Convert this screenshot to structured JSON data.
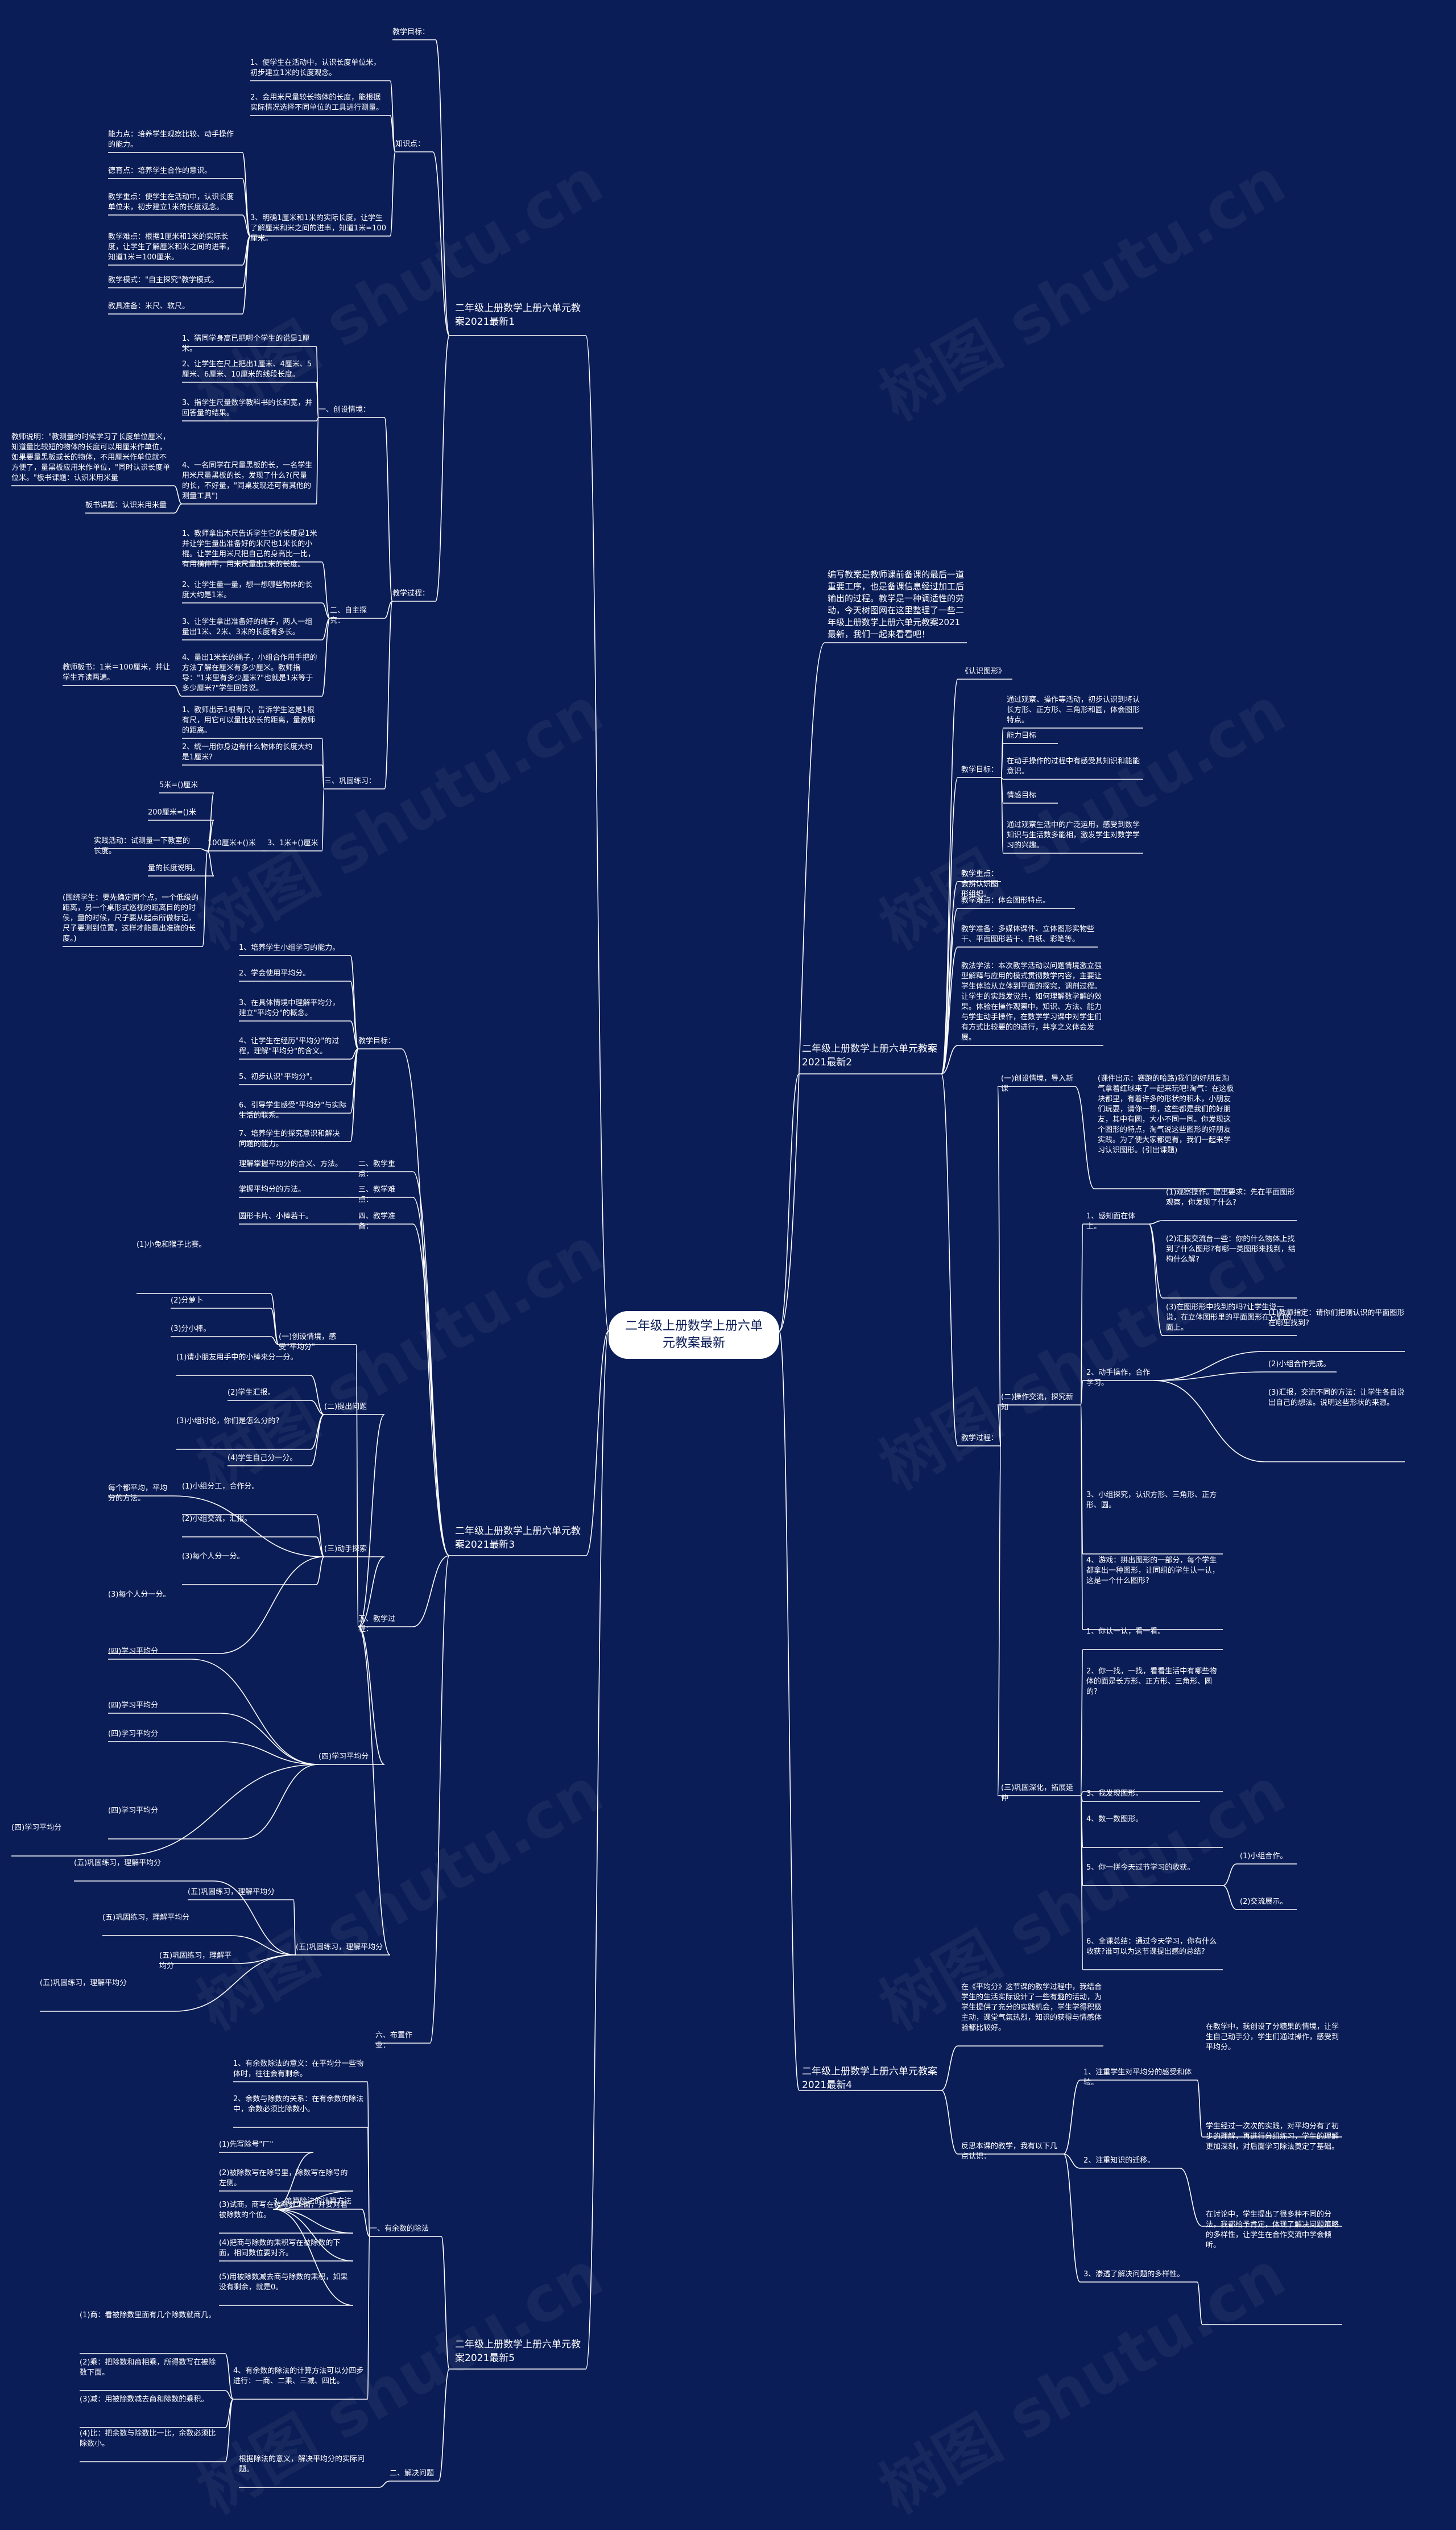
{
  "watermark": "树图 shutu.cn",
  "root": "二年级上册数学上册六单元教案最新",
  "intro": "编写教案是教师课前备课的最后一道重要工序，也是备课信息经过加工后输出的过程。教学是一种调适性的劳动，今天树图网在这里整理了一些二年级上册数学上册六单元教案2021最新，我们一起来看看吧！",
  "branches": [
    "二年级上册数学上册六单元教案2021最新1",
    "二年级上册数学上册六单元教案2021最新2",
    "二年级上册数学上册六单元教案2021最新3",
    "二年级上册数学上册六单元教案2021最新4",
    "二年级上册数学上册六单元教案2021最新5"
  ],
  "b1": {
    "goal": "教学目标：",
    "knowledge": "知识点：",
    "k_items": [
      "1、使学生在活动中，认识长度单位米，初步建立1米的长度观念。",
      "2、会用米尺量较长物体的长度，能根据实际情况选择不同单位的工具进行测量。",
      "3、明确1厘米和1米的实际长度，让学生了解厘米和米之间的进率，知道1米=100厘米。"
    ],
    "ability": "能力点：培养学生观察比较、动手操作的能力。",
    "moral": "德育点：培养学生合作的意识。",
    "key": "教学重点：使学生在活动中，认识长度单位米，初步建立1米的长度观念。",
    "difficult": "教学难点：根据1厘米和1米的实际长度，让学生了解厘米和米之间的进率，知道1米＝100厘米。",
    "mode": "教学模式：\"自主探究\"教学模式。",
    "prep": "教具准备：米尺、软尺。",
    "process": "教学过程：",
    "s1": "一、创设情境：",
    "s1_items": [
      "1、猜同学身高已把哪个学生的说是1厘米。",
      "2、让学生在尺上把出1厘米、4厘米、5厘米、6厘米、10厘米的线段长度。",
      "3、指学生尺量数学教科书的长和宽，并回答量的结果。",
      "4、一名同学在尺量黑板的长，一名学生用米尺量黑板的长，发现了什么?(尺量的长，不好量，\"同桌发现还可有其他的测量工具\")"
    ],
    "design": "教师说明：\"教测量的时候学习了长度单位厘米，知道量比较短的物体的长度可以用厘米作单位，如果要量黑板或长的物体，不用厘米作单位就不方便了，量黑板应用米作单位，\"同时认识长度单位米。\"板书课题：认识米用米量",
    "title": "板书课题：认识米用米量",
    "s2": "二、自主探究：",
    "s2_items": [
      "1、教师拿出木尺告诉学生它的长度是1米并让学生量出准备好的米尺也1米长的小棍。让学生用米尺把自己的身高比一比，有用横伸平，用米尺量出1米的长度。",
      "2、让学生量一量，想一想哪些物体的长度大约是1米。",
      "3、让学生拿出准备好的绳子，两人一组量出1米、2米、3米的长度有多长。",
      "4、量出1米长的绳子，小组合作用手把的方法了解在厘米有多少厘米。教师指导：\"1米里有多少厘米?\"也就是1米等于多少厘米?\"学生回答说。"
    ],
    "rel": "教师板书：1米＝100厘米，并让学生齐读两遍。",
    "s3": "三、巩固练习：",
    "s3_items": [
      "1、教师出示1根有尺，告诉学生这是1根有尺，用它可以量比较长的距离，量教师的距离。",
      "2、统一用你身边有什么物体的长度大约是1厘米?"
    ],
    "fill": [
      "5米=()厘米",
      "200厘米=()米",
      "100厘米+()米",
      "3、1米+()厘米"
    ],
    "practice": "实践活动：试测量一下教室的长度。",
    "lw": "量的长度说明。",
    "summary": "(围绕学生：要先确定同个点，一个低级的距离，另一个桌形式巡视的距离目的的时侯，量的时候，尺子要从起点所做标记，尺子要测到位置，这样才能量出准确的长度。)"
  },
  "b2": {
    "item0": "《认识图形》",
    "goal": "教学目标：",
    "g_items": [
      "通过观察、操作等活动，初步认识到将认长方形、正方形、三角形和圆，体会图形特点。",
      "能力目标",
      "在动手操作的过程中有感受其知识和能能意识。",
      "情感目标",
      "通过观察生活中的广泛运用，感受到数学知识与生活数多能相，激发学生对数学学习的兴趣。"
    ],
    "key": "教学重点：会辨认识图形组织。",
    "difficult": "教学难点：体会图形特点。",
    "prep": "教学准备：多媒体课件、立体图形实物些干、平面图形若干、白纸、彩笔等。",
    "design": "教法学法：本次教学活动以问题情境激立强型解释与应用的模式贯彻数学内容，主要让学生体验从立体到平面的探究，调剂过程。让学生的实践发觉共，如何理解数学解的效果。体验在操作观察中，知识、方法、能力与学生动手操作，在数学学习课中对学生们有方式比较要的的进行，共享之义体会发展。",
    "process": "教学过程：",
    "s1": "(一)创设情境，导入新课",
    "s1_text": "(课件出示：赛跑的哈路)我们的好朋友淘气拿着红球来了一起来玩吧!淘气：在这板块都里，有着许多的形状的积木，小朋友们玩耍，请你一想，这些都是我们的好朋友，其中有圆，大小不同一同。你发现这个图形的特点，淘气说这些图形的好朋友实践。为了使大家都更有，我们一起来学习认识图形。(引出课题)",
    "s2": "(二)操作交流，探究新知",
    "s2_1": "1、感知面在体上。",
    "s2_1a": "(1)观察操作。提出要求：先在平面图形观察，你发现了什么?",
    "s2_1b": "(2)汇报交流台一些：你的什么物体上找到了什么图形?有哪一类图形来找到，结构什么解?",
    "s2_1c": "(3)在图形形中找到的吗?让学生说一说，在立体图形里的平面图形在它们的面上。",
    "s2_2": "2、动手操作，合作学习。",
    "s2_2a": "(1)教师指定：请你们把刚认识的平面图形在哪里找到?",
    "s2_2b": "(2)小组合作完成。",
    "s2_2c": "(3)汇报，交流不同的方法：让学生各自说出自己的想法。说明这些形状的来源。",
    "s2_3": "3、小组探究，认识方形、三角形、正方形、圆。",
    "s2_4": "4、游戏：拼出图形的一部分，每个学生都拿出一种图形，让同组的学生认一认，这是一个什么图形?",
    "s3": "(三)巩固深化，拓展延伸",
    "s3_1": "1、你认一认，看一看。",
    "s3_2": "2、你一找，一找，看看生活中有哪些物体的面是长方形、正方形、三角形、圆的?",
    "s3_3": "3、我发现图形。",
    "s3_4": "4、数一数图形。",
    "s3_5": "5、你一拼今天过节学习的收获。",
    "s3_5a": "(1)小组合作。",
    "s3_5b": "(2)交流展示。",
    "s3_6": "6、全课总结：通过今天学习，你有什么收获?谁可以为这节课提出感的总结?"
  },
  "b3": {
    "goal": "教学目标：",
    "g_items": [
      "1、培养学生小组学习的能力。",
      "2、学会使用平均分。",
      "3、在具体情境中理解平均分，建立\"平均分\"的概念。",
      "4、让学生在经历\"平均分\"的过程，理解\"平均分\"的含义。",
      "5、初步认识\"平均分\"。",
      "6、引导学生感受\"平均分\"与实际生活的联系。",
      "7、培养学生的探究意识和解决问题的能力。"
    ],
    "key": "二、教学重点：",
    "key_text": "理解掌握平均分的含义、方法。",
    "difficult": "三、教学难点：",
    "difficult_text": "掌握平均分的方法。",
    "prep": "四、教学准备：",
    "prep_text": "圆形卡片、小棒若干。",
    "process": "五、教学过程：",
    "s1": "(一)创设情境，感受\"平均分\"",
    "s1_items": [
      "(1)小兔和猴子比赛。",
      "(2)分萝卜",
      "(3)分小棒。"
    ],
    "s2": "(二)提出问题",
    "s2_items": [
      "(1)请小朋友用手中的小棒来分一分。",
      "(2)学生汇报。",
      "(3)小组讨论，你们是怎么分的?",
      "(4)学生自己分一分。"
    ],
    "s3": "(三)动手探索",
    "s3_items": [
      "每个都平均，平均分的方法。",
      "(1)小组分工，合作分。",
      "(2)小组交流，汇报。",
      "(3)每个人分一分。"
    ],
    "s4": "(四)学习平均分",
    "s5": "(五)巩固练习，理解平均分",
    "s6": "六、布置作业："
  },
  "b4": {
    "intro": "在《平均分》这节课的教学过程中，我结合学生的生活实际设计了一些有趣的活动，为学生提供了充分的实践机会，学生学得积极主动，课堂气氛热烈，知识的获得与情感体验都比较好。",
    "reflect": "反思本课的教学，我有以下几点认识：",
    "r1": "1、注重学生对平均分的感受和体验。",
    "r1_text": "在教学中，我创设了分糖果的情境，让学生自己动手分，学生们通过操作，感受到平均分。",
    "r2": "2、注重知识的迁移。",
    "r2_text": "学生经过一次次的实践，对平均分有了初步的理解，再进行分组练习，学生的理解更加深刻，对后面学习除法奠定了基础。",
    "r3": "3、渗透了解决问题的多样性。",
    "r3_text": "在讨论中，学生提出了很多种不同的分法，我都给予肯定，体现了解决问题策略的多样性，让学生在合作交流中学会倾听。"
  },
  "b5": {
    "s1": "一、有余数的除法",
    "s1_items": [
      "1、有余数除法的意义：在平均分一些物体时，往往会有剩余。",
      "2、余数与除数的关系：在有余数的除法中，余数必须比除数小。",
      "3、笔算除法的计算方法"
    ],
    "calc": [
      "(1)先写除号\"厂\"",
      "(2)被除数写在除号里，除数写在除号的左侧。",
      "(3)试商，商写在被除数上面，并要对着被除数的个位。",
      "(4)把商与除数的乘积写在被除数的下面，相同数位要对齐。",
      "(5)用被除数减去商与除数的乘积，如果没有剩余，就是0。"
    ],
    "s1_4": "4、有余数的除法的计算方法可以分四步进行：一商、二乘、三减、四比。",
    "steps": [
      "(1)商：看被除数里面有几个除数就商几。",
      "(2)乘：把除数和商相乘，所得数写在被除数下面。",
      "(3)减：用被除数减去商和除数的乘积。",
      "(4)比：把余数与除数比一比，余数必须比除数小。"
    ],
    "s2": "二、解决问题",
    "s2_text": "根据除法的意义，解决平均分的实际问题。"
  }
}
